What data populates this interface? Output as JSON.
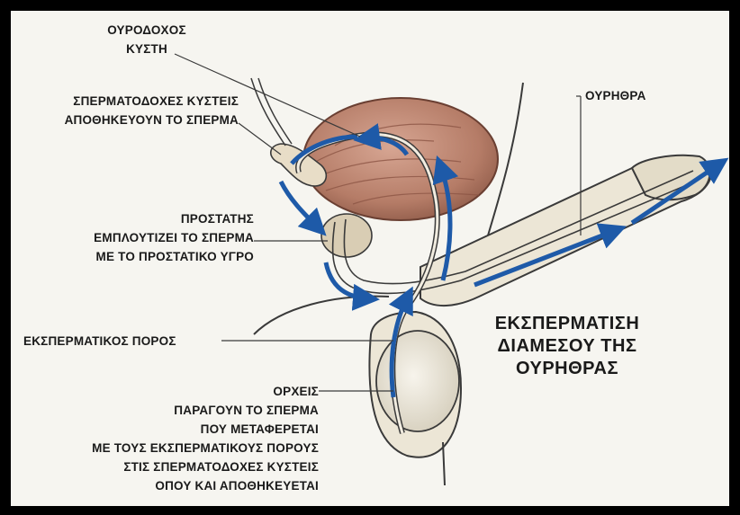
{
  "labels": {
    "bladder": [
      "ΟΥΡΟΔΟΧΟΣ",
      "ΚΥΣΤΗ"
    ],
    "seminal_vesicles": [
      "ΣΠΕΡΜΑΤΟΔΟΧΕΣ ΚΥΣΤΕΙΣ",
      "ΑΠΟΘΗΚΕΥΟΥΝ ΤΟ ΣΠΕΡΜΑ"
    ],
    "urethra": "ΟΥΡΗΘΡΑ",
    "prostate": [
      "ΠΡΟΣΤΑΤΗΣ",
      "ΕΜΠΛΟΥΤΙΖΕΙ ΤΟ ΣΠΕΡΜΑ",
      "ΜΕ ΤΟ ΠΡΟΣΤΑΤΙΚΟ ΥΓΡΟ"
    ],
    "ejaculation": [
      "ΕΚΣΠΕΡΜΑΤΙΣΗ",
      "ΔΙΑΜΕΣΟΥ ΤΗΣ",
      "ΟΥΡΗΘΡΑΣ"
    ],
    "vas_deferens": "ΕΚΣΠΕΡΜΑΤΙΚΟΣ ΠΟΡΟΣ",
    "testes": [
      "ΟΡΧΕΙΣ",
      "ΠΑΡΑΓΟΥΝ ΤΟ ΣΠΕΡΜΑ",
      "ΠΟΥ ΜΕΤΑΦΕΡΕΤΑΙ",
      "ΜΕ ΤΟΥΣ ΕΚΣΠΕΡΜΑΤΙΚΟΥΣ ΠΟΡΟΥΣ",
      "ΣΤΙΣ ΣΠΕΡΜΑΤΟΔΟΧΕΣ ΚΥΣΤΕΙΣ",
      "ΟΠΟΥ ΚΑΙ ΑΠΟΘΗΚΕΥΕΤΑΙ"
    ]
  },
  "colors": {
    "frame": "#000000",
    "background": "#f6f5f0",
    "bladder": "#b9826c",
    "organ_fill": "#e9e3d2",
    "outline": "#3a3a3a",
    "arrow": "#1e5aa8",
    "text": "#1a1a1a"
  }
}
